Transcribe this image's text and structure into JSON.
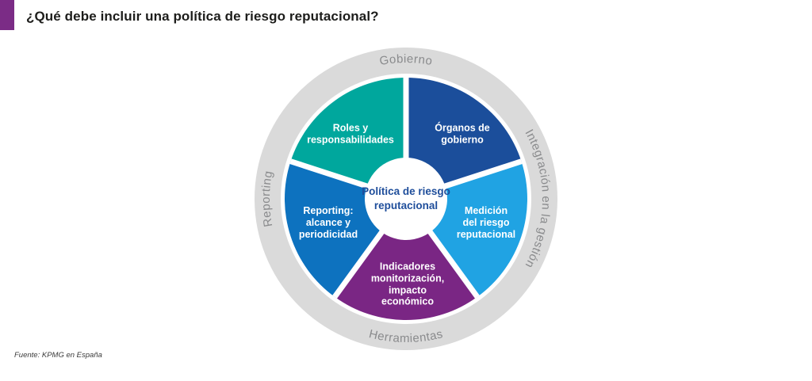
{
  "title": "¿Qué debe incluir una política de riesgo reputacional?",
  "source": "Fuente: KPMG en España",
  "wheel": {
    "center_label": "Política de riesgo\nreputacional",
    "ring_labels": {
      "top": "Gobierno",
      "right": "Integración en la gestión",
      "bottom": "Herramientas",
      "left": "Reporting"
    },
    "segments": [
      {
        "name": "organos-de-gobierno",
        "label": "Órganos de\ngobierno",
        "color": "#1B4E9B"
      },
      {
        "name": "medicion-del-riesgo-reputacional",
        "label": "Medición\ndel riesgo\nreputacional",
        "color": "#20A3E3"
      },
      {
        "name": "indicadores-monitorizacion",
        "label": "Indicadores\nmonitorización,\nimpacto\neconómico",
        "color": "#7A2684"
      },
      {
        "name": "reporting-alcance-periodicidad",
        "label": "Reporting:\nalcance y\nperiodicidad",
        "color": "#0D72BF"
      },
      {
        "name": "roles-responsabilidades",
        "label": "Roles y\nresponsabilidades",
        "color": "#00A79D"
      }
    ],
    "colors": {
      "outer_ring": "#DADADA",
      "ring_text": "#8A8B8D",
      "separator": "#FFFFFF",
      "center_circle": "#FFFFFF",
      "center_text": "#1F4E9B",
      "accent_square": "#7B2C86"
    }
  }
}
